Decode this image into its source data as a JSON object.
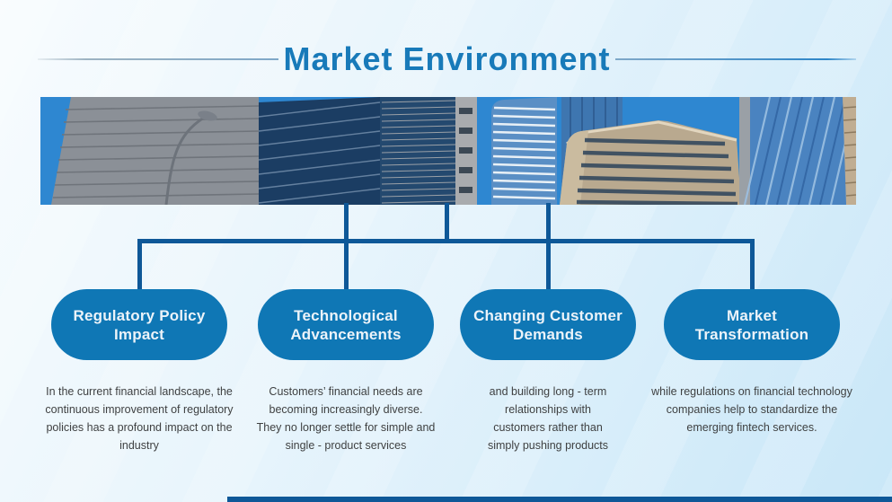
{
  "slide": {
    "title": "Market Environment",
    "colors": {
      "accent": "#187ab9",
      "connector": "#0e5898",
      "pill_fill": "#0f77b5",
      "pill_text": "#ecf3f9",
      "body_text": "#3f4142",
      "banner_sky": "#2e87d1",
      "background_top": "#f8fcfe",
      "background_bottom": "#c9e7f8"
    }
  },
  "banner": {
    "name": "city-skyline-photo"
  },
  "nodes": [
    {
      "label": "Regulatory Policy\nImpact",
      "description": "In the current financial landscape, the continuous improvement of regulatory policies has a profound impact on the industry"
    },
    {
      "label": "Technological\nAdvancements",
      "description": "Customers’ financial needs are becoming increasingly diverse. They no longer settle for simple and single - product services"
    },
    {
      "label": "Changing Customer\nDemands",
      "description": "and building long - term relationships with customers rather than simply pushing products"
    },
    {
      "label": "Market\nTransformation",
      "description": "while regulations on financial technology companies help to standardize the emerging fintech services."
    }
  ]
}
